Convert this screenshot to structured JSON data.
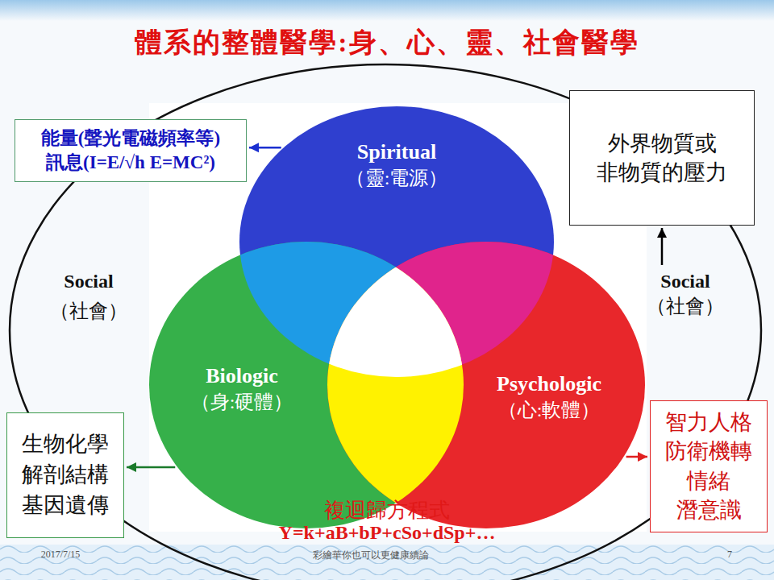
{
  "diagram": {
    "title": "體系的整體醫學:身、心、靈、社會醫學",
    "nodes": [
      {
        "text": [
          "能量(聲光電磁頻率等) 訊息(I=E/√h E=MC²)"
        ]
      },
      {
        "text": [
          "Spiritual",
          "（靈:電源）"
        ]
      },
      {
        "text": [
          "外界物質或 非物質的壓力"
        ]
      },
      {
        "text": [
          "Social",
          "（社會）"
        ]
      },
      {
        "text": [
          "Biologic",
          "（身:硬體）"
        ]
      },
      {
        "text": [
          "Psychologic",
          "（心:軟體）"
        ]
      },
      {
        "text": [
          "生物化學 解剖結構 基因遺傳"
        ]
      },
      {
        "text": [
          "智力人格 防衛機轉 情緒 潛意識"
        ]
      }
    ],
    "edges": [
      {
        "from": 1,
        "to": 0,
        "arrow": "to"
      },
      {
        "from": 3,
        "to": 2,
        "arrow": "to"
      },
      {
        "from": 4,
        "to": 6,
        "arrow": "to"
      },
      {
        "from": 5,
        "to": 7,
        "arrow": "to"
      }
    ],
    "labels": [
      "Social",
      "（社會）",
      "複迴歸方程式",
      "Y=k+aB+bP+cSo+dSp+…",
      "2017/7/15",
      "彩繪華你也可以更健康續論",
      "7"
    ]
  }
}
